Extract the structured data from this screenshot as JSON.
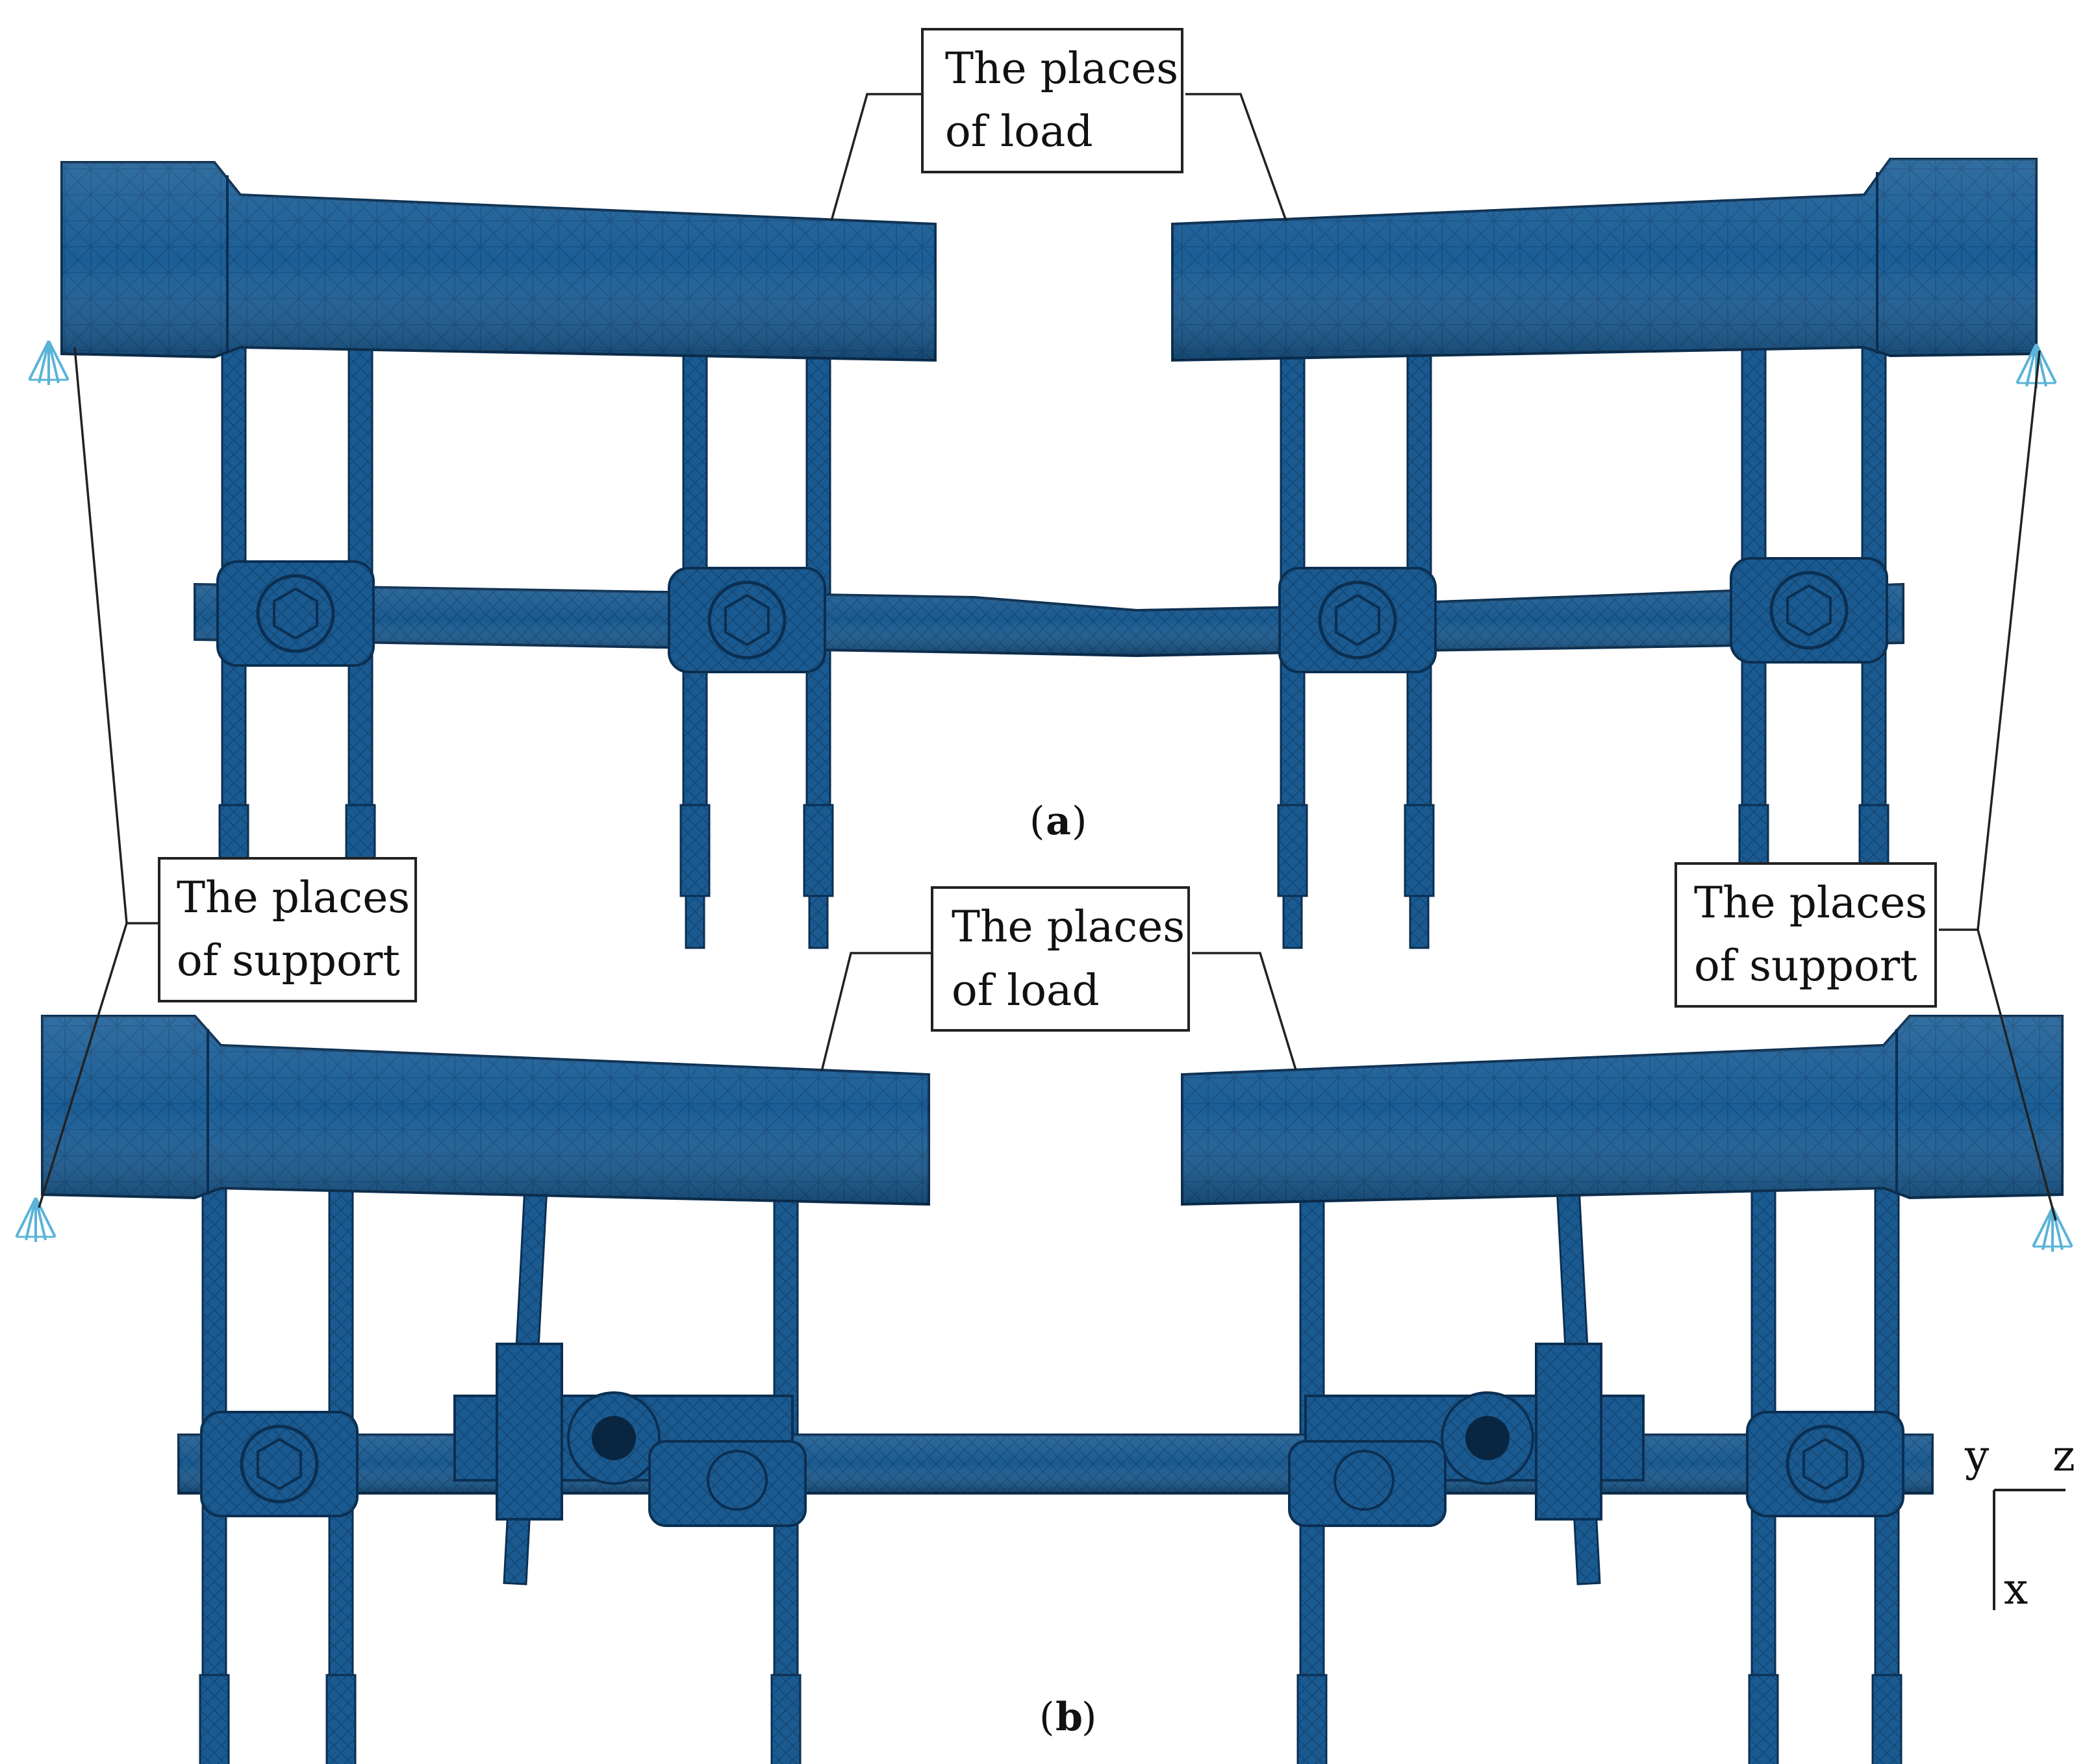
{
  "callouts": {
    "load_line1": "The places",
    "load_line2": "of load",
    "support_line1": "The places",
    "support_line2": "of support"
  },
  "panels": {
    "a": "a",
    "b": "b"
  },
  "axes": {
    "y": "y",
    "z": "z",
    "x": "x"
  },
  "colors": {
    "mesh_blue": "#1b5e96",
    "mesh_dark": "#0f3f6c",
    "support_cyan": "#5ab3d8"
  }
}
